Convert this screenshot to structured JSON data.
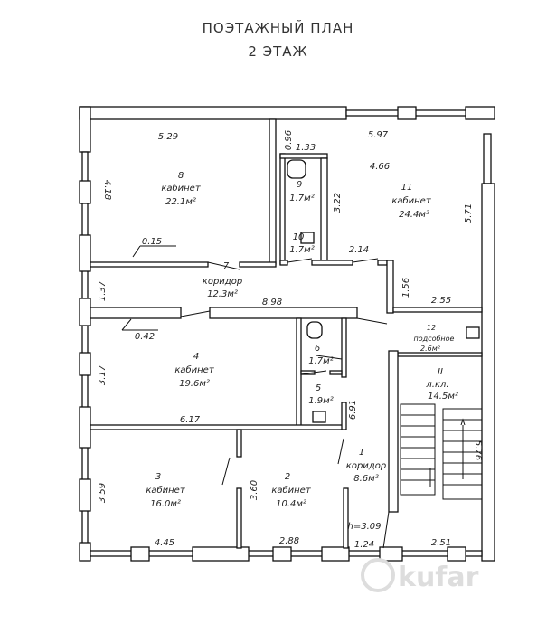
{
  "title": {
    "line1": "ПОЭТАЖНЫЙ  ПЛАН",
    "line2": "2  ЭТАЖ"
  },
  "rooms": [
    {
      "num": "8",
      "name": "кабинет",
      "area": "22.1м²"
    },
    {
      "num": "9",
      "name": "",
      "area": "1.7м²"
    },
    {
      "num": "10",
      "name": "",
      "area": "1.7м²"
    },
    {
      "num": "11",
      "name": "кабинет",
      "area": "24.4м²"
    },
    {
      "num": "7",
      "name": "коридор",
      "area": "12.3м²"
    },
    {
      "num": "12",
      "name": "подсобное",
      "area": "2.6м²"
    },
    {
      "num": "6",
      "name": "",
      "area": "1.7м²"
    },
    {
      "num": "5",
      "name": "",
      "area": "1.9м²"
    },
    {
      "num": "4",
      "name": "кабинет",
      "area": "19.6м²"
    },
    {
      "num": "II",
      "name": "л.кл.",
      "area": "14.5м²"
    },
    {
      "num": "1",
      "name": "коридор",
      "area": "8.6м²"
    },
    {
      "num": "3",
      "name": "кабинет",
      "area": "16.0м²"
    },
    {
      "num": "2",
      "name": "кабинет",
      "area": "10.4м²"
    }
  ],
  "dims": [
    "5.29",
    "4.18",
    "0.15",
    "0.96",
    "1.33",
    "5.97",
    "4.66",
    "3.22",
    "5.71",
    "2.14",
    "1.37",
    "8.98",
    "1.56",
    "2.55",
    "0.42",
    "3.17",
    "6.17",
    "6.91",
    "3.59",
    "3.60",
    "4.45",
    "2.88",
    "1.24",
    "2.51",
    "5.76"
  ],
  "height_note": "h=3.09",
  "watermark": "kufar"
}
